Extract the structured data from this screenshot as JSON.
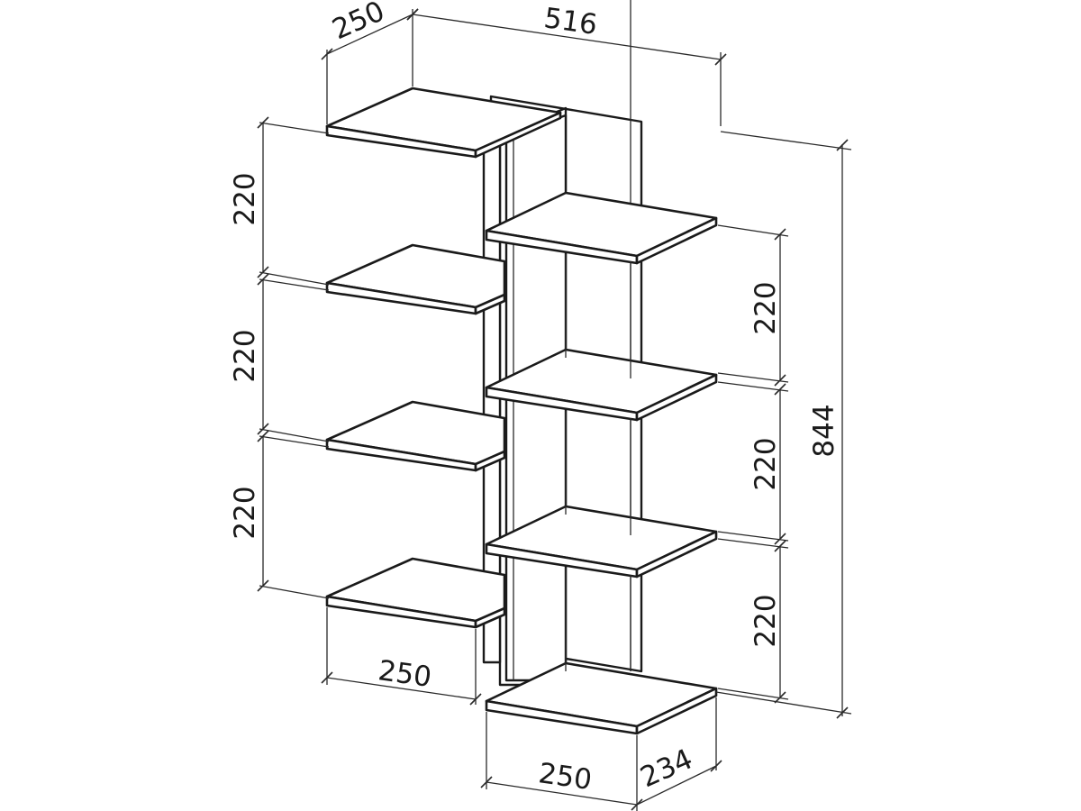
{
  "dimensions": {
    "top_depth": "250",
    "overall_width": "516",
    "overall_height": "844",
    "left_spacing_1": "220",
    "left_spacing_2": "220",
    "left_spacing_3": "220",
    "right_spacing_1": "220",
    "right_spacing_2": "220",
    "right_spacing_3": "220",
    "left_shelf_width": "250",
    "bottom_shelf_width": "250",
    "bottom_shelf_depth": "234"
  }
}
